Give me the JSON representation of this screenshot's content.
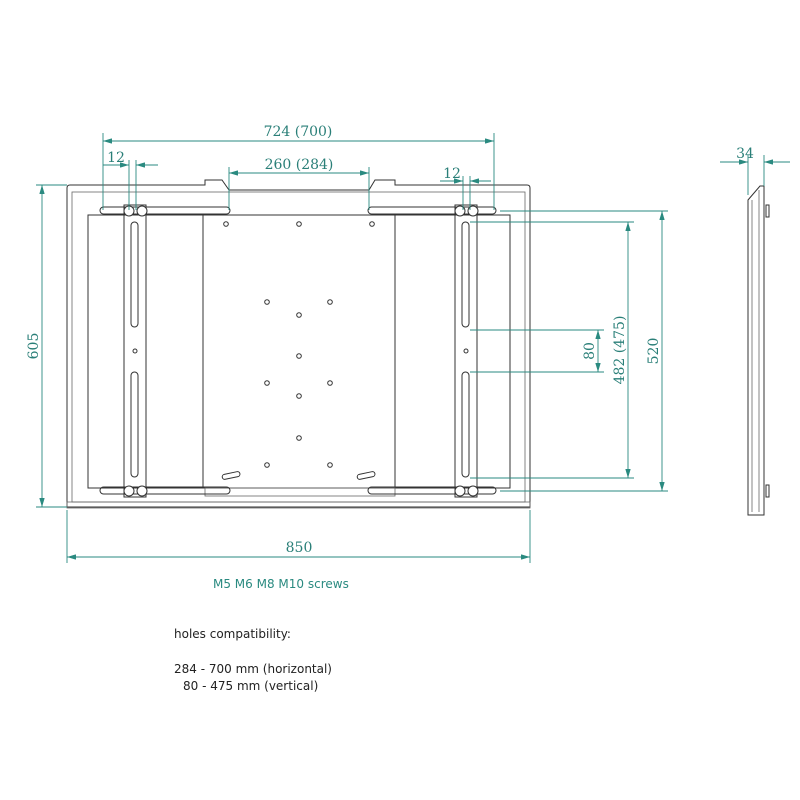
{
  "dimensions": {
    "overall_top": "724  (700)",
    "inner_top": "260  (284)",
    "left_offset": "12",
    "right_offset": "12",
    "height_total": "605",
    "height_rails": "520",
    "vertical_range": "482  (475)",
    "slot_gap": "80",
    "width_total": "850",
    "depth": "34"
  },
  "notes": {
    "screws": "M5 M6 M8 M10  screws",
    "compat_title": "holes compatibility:",
    "horizontal": "284 - 700 mm (horizontal)",
    "vertical": "80 - 475 mm (vertical)"
  },
  "colors": {
    "dimension": "#2a8a80",
    "line": "#333333"
  }
}
